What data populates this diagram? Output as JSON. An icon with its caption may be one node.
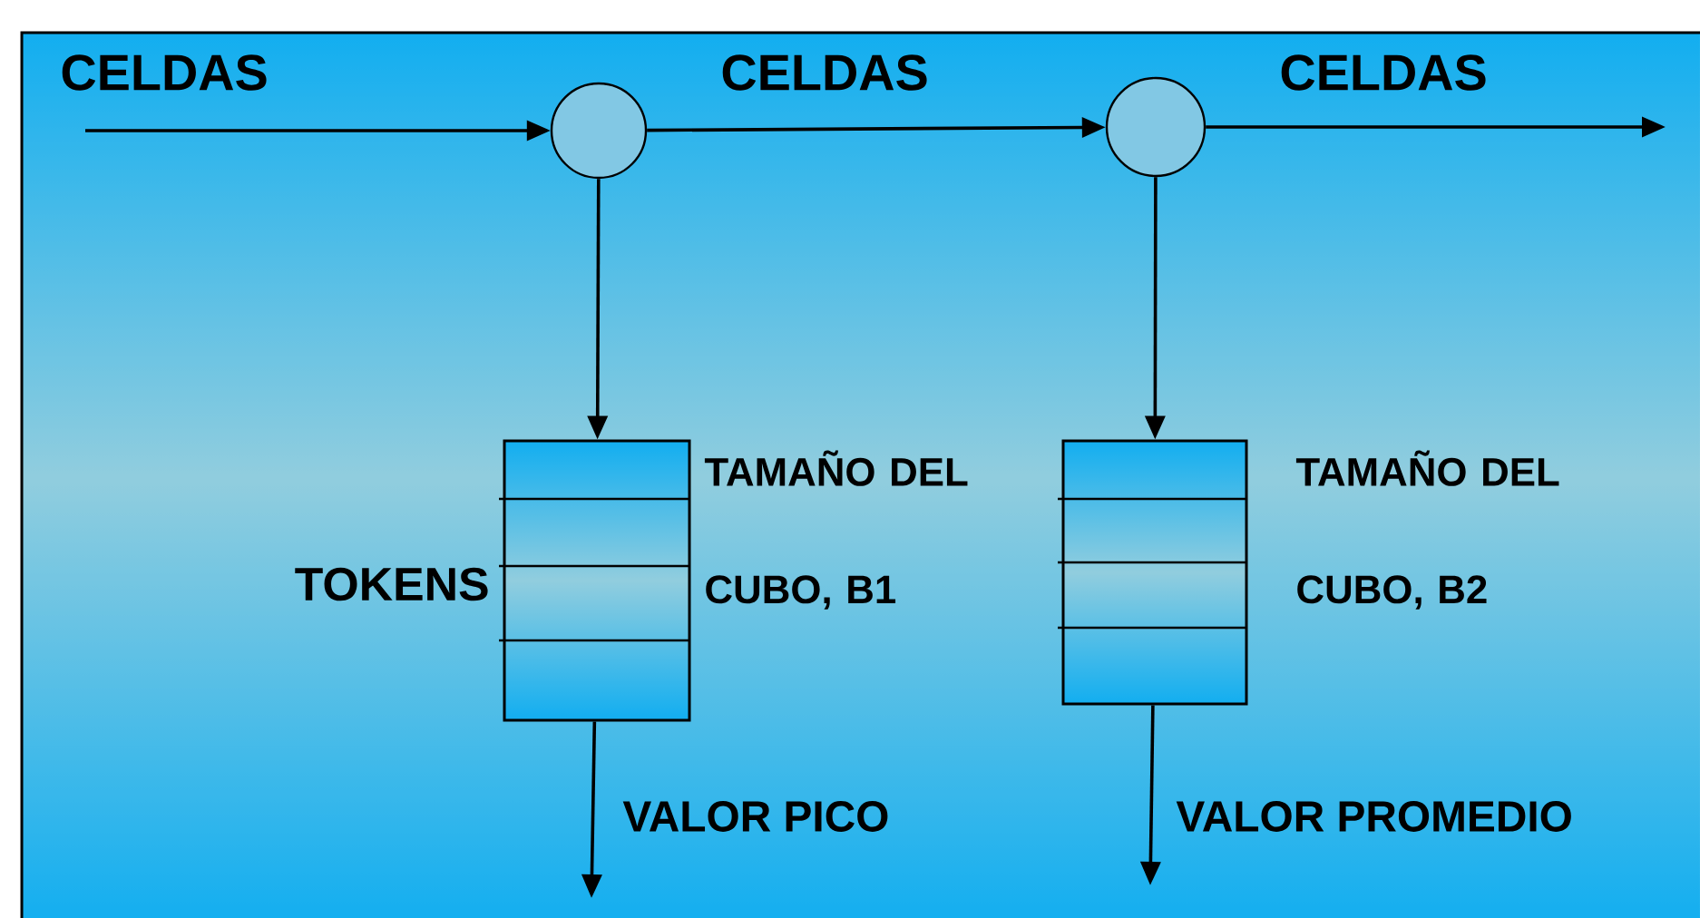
{
  "diagram": {
    "nodes": [
      {
        "text": [],
        "shape": "circle"
      },
      {
        "text": [],
        "shape": "circle"
      },
      {
        "text": [],
        "shape": "box",
        "beside": [
          "TOKENS",
          "TAMAÑO DEL CUBO, B1"
        ]
      },
      {
        "text": [],
        "shape": "box",
        "beside": [
          "TAMAÑO DEL CUBO, B2"
        ]
      }
    ],
    "edges": [
      {
        "from": null,
        "to": 0,
        "arrow": "to",
        "label": "CELDAS"
      },
      {
        "from": 0,
        "to": 1,
        "arrow": "to",
        "label": "CELDAS"
      },
      {
        "from": 1,
        "to": null,
        "arrow": "to",
        "label": "CELDAS"
      },
      {
        "from": 0,
        "to": 2,
        "arrow": "to"
      },
      {
        "from": 1,
        "to": 3,
        "arrow": "to"
      },
      {
        "from": 2,
        "to": null,
        "arrow": "to",
        "label": "VALOR PICO"
      },
      {
        "from": 3,
        "to": null,
        "arrow": "to",
        "label": "VALOR PROMEDIO"
      }
    ]
  }
}
